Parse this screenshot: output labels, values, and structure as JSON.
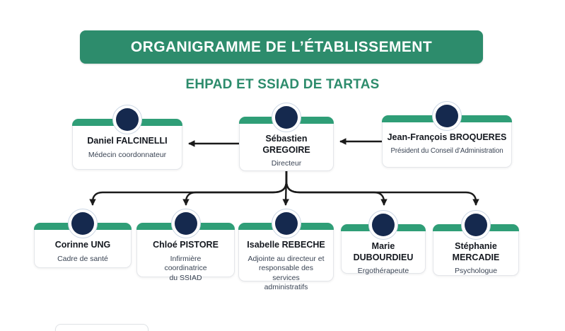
{
  "banner": {
    "title": "ORGANIGRAMME DE L’ÉTABLISSEMENT"
  },
  "subtitle": "EHPAD ET SSIAD DE TARTAS",
  "colors": {
    "banner_green": "#2d8c6c",
    "card_bar_green": "#2f9e77",
    "avatar_navy": "#15294e",
    "name_text": "#14181f",
    "role_text": "#3a4454",
    "connector_black": "#1a1a1a"
  },
  "org": {
    "top_row": [
      {
        "name": "Daniel FALCINELLI",
        "role": "Médecin coordonnateur"
      },
      {
        "name": "Sébastien\nGREGOIRE",
        "role": "Directeur"
      },
      {
        "name": "Jean-François BROQUERES",
        "role": "Président du Conseil d’Administration"
      }
    ],
    "bottom_row": [
      {
        "name": "Corinne UNG",
        "role": "Cadre de santé"
      },
      {
        "name": "Chloé PISTORE",
        "role": "Infirmière\ncoordinatrice\ndu SSIAD"
      },
      {
        "name": "Isabelle REBECHE",
        "role": "Adjointe au directeur et\nresponsable des services\nadministratifs"
      },
      {
        "name": "Marie\nDUBOURDIEU",
        "role": "Ergothérapeute"
      },
      {
        "name": "Stéphanie\nMERCADIE",
        "role": "Psychologue"
      }
    ]
  }
}
